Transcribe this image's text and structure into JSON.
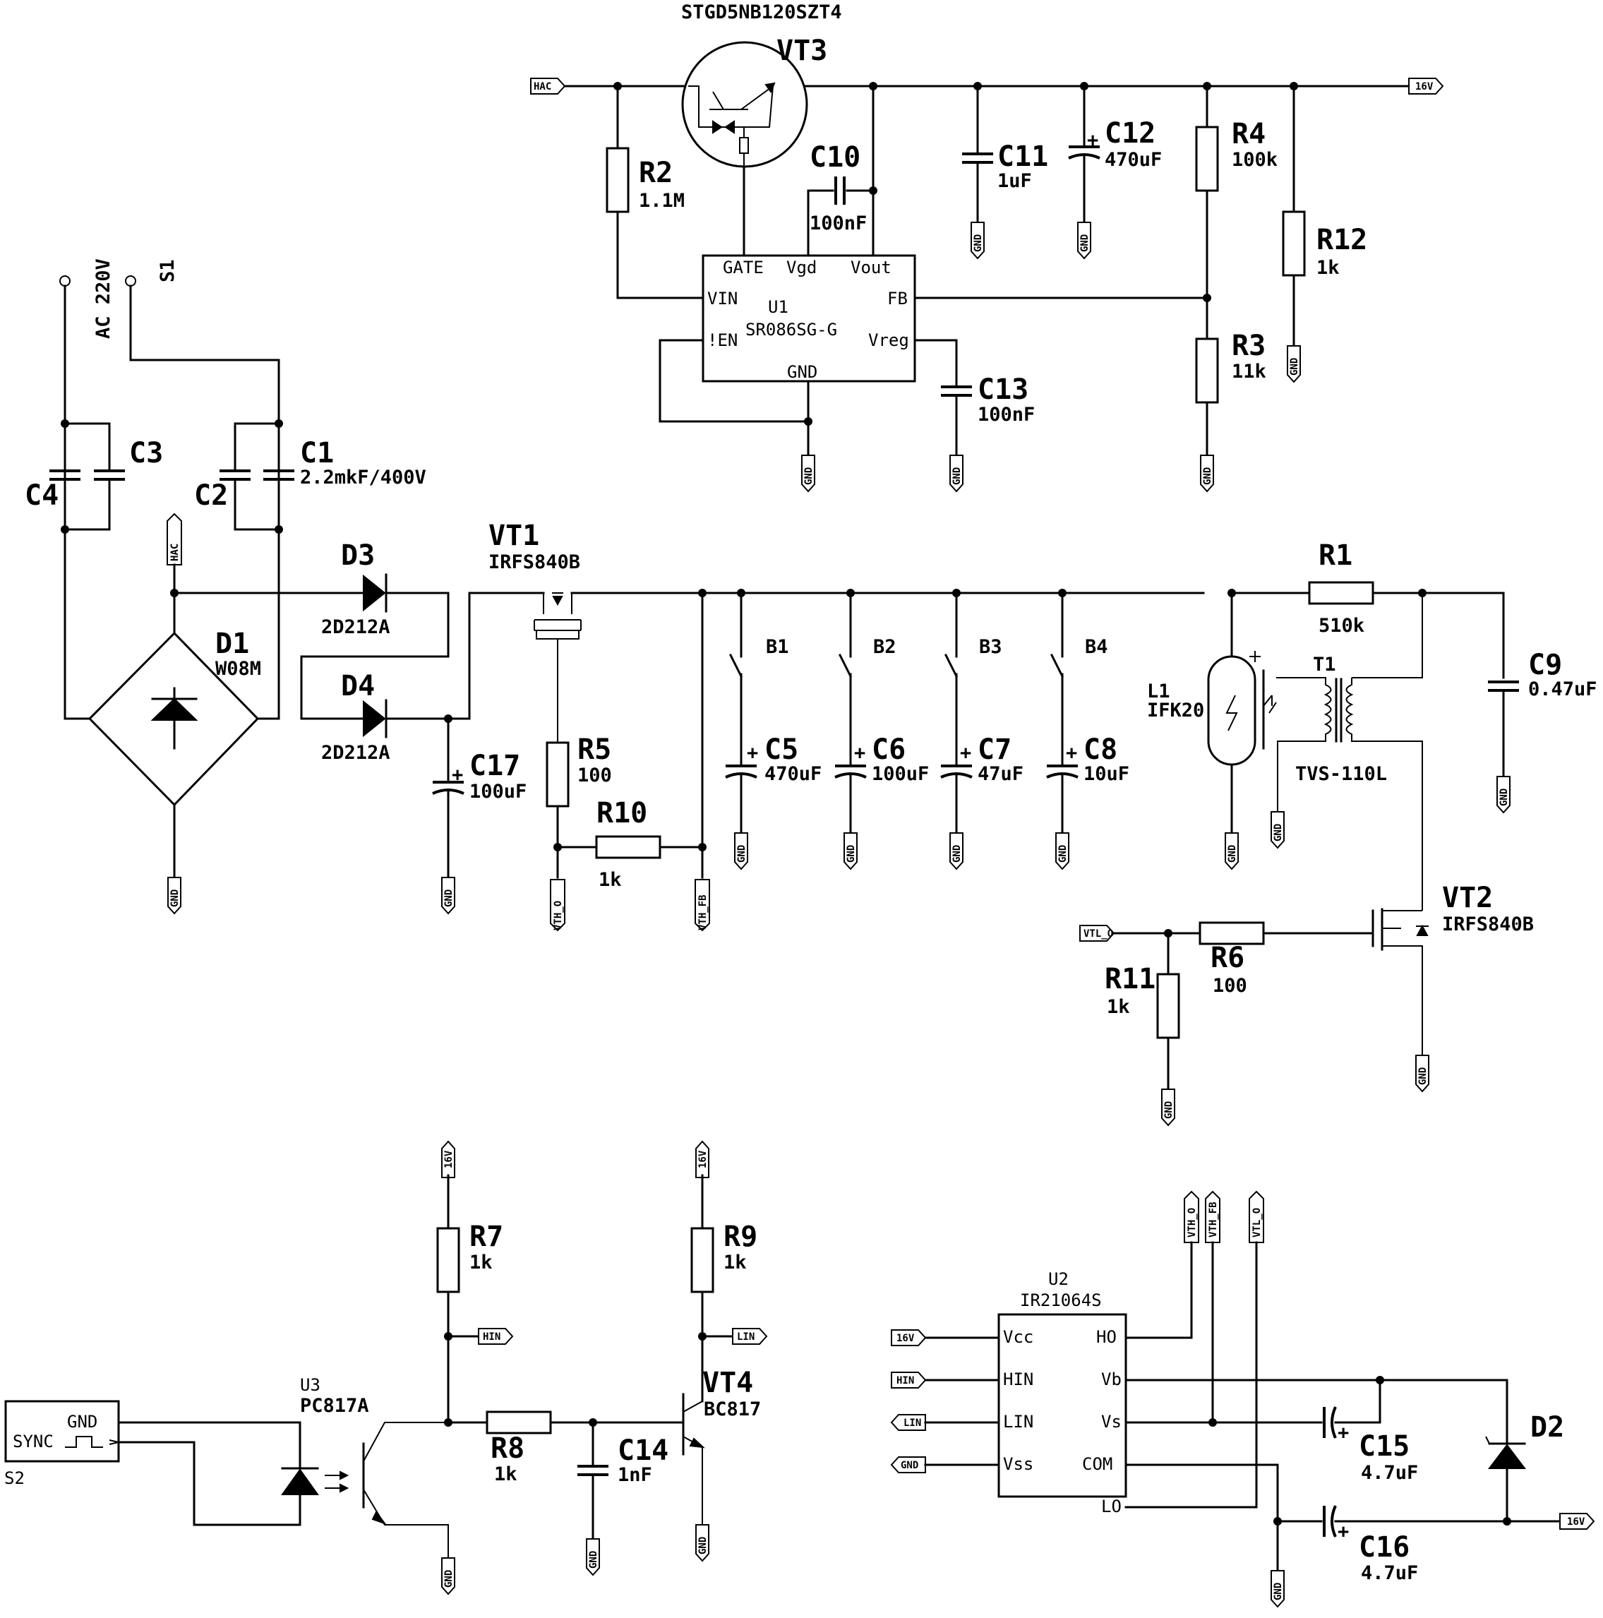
{
  "title": "STGD5NB120SZT4",
  "sources": {
    "ac": "AC 220V",
    "s1": "S1",
    "s2": "S2",
    "sync": "SYNC",
    "gnd_pin": "GND"
  },
  "components": {
    "VT3": {
      "ref": "VT3"
    },
    "R2": {
      "ref": "R2",
      "value": "1.1M"
    },
    "C10": {
      "ref": "C10",
      "value": "100nF"
    },
    "C11": {
      "ref": "C11",
      "value": "1uF"
    },
    "C12": {
      "ref": "C12",
      "value": "470uF"
    },
    "R4": {
      "ref": "R4",
      "value": "100k"
    },
    "R12": {
      "ref": "R12",
      "value": "1k"
    },
    "R3": {
      "ref": "R3",
      "value": "11k"
    },
    "C13": {
      "ref": "C13",
      "value": "100nF"
    },
    "U1": {
      "ref": "U1",
      "part": "SR086SG-G",
      "pins": {
        "gate": "GATE",
        "vgd": "Vgd",
        "vout": "Vout",
        "vin": "VIN",
        "fb": "FB",
        "en": "!EN",
        "vreg": "Vreg",
        "gnd": "GND"
      }
    },
    "C1": {
      "ref": "C1",
      "value": "2.2mkF/400V"
    },
    "C2": {
      "ref": "C2"
    },
    "C3": {
      "ref": "C3"
    },
    "C4": {
      "ref": "C4"
    },
    "D1": {
      "ref": "D1",
      "value": "W08M"
    },
    "D3": {
      "ref": "D3",
      "value": "2D212A"
    },
    "D4": {
      "ref": "D4",
      "value": "2D212A"
    },
    "C17": {
      "ref": "C17",
      "value": "100uF"
    },
    "VT1": {
      "ref": "VT1",
      "value": "IRFS840B"
    },
    "R5": {
      "ref": "R5",
      "value": "100"
    },
    "R10": {
      "ref": "R10",
      "value": "1k"
    },
    "B1": {
      "ref": "B1"
    },
    "B2": {
      "ref": "B2"
    },
    "B3": {
      "ref": "B3"
    },
    "B4": {
      "ref": "B4"
    },
    "C5": {
      "ref": "C5",
      "value": "470uF"
    },
    "C6": {
      "ref": "C6",
      "value": "100uF"
    },
    "C7": {
      "ref": "C7",
      "value": "47uF"
    },
    "C8": {
      "ref": "C8",
      "value": "10uF"
    },
    "R1": {
      "ref": "R1",
      "value": "510k"
    },
    "L1": {
      "ref": "L1",
      "value": "IFK20"
    },
    "T1": {
      "ref": "T1",
      "value": "TVS-110L"
    },
    "C9": {
      "ref": "C9",
      "value": "0.47uF"
    },
    "VT2": {
      "ref": "VT2",
      "value": "IRFS840B"
    },
    "R6": {
      "ref": "R6",
      "value": "100"
    },
    "R11": {
      "ref": "R11",
      "value": "1k"
    },
    "R7": {
      "ref": "R7",
      "value": "1k"
    },
    "R8": {
      "ref": "R8",
      "value": "1k"
    },
    "R9": {
      "ref": "R9",
      "value": "1k"
    },
    "C14": {
      "ref": "C14",
      "value": "1nF"
    },
    "VT4": {
      "ref": "VT4",
      "value": "BC817"
    },
    "U3": {
      "ref": "U3",
      "value": "PC817A"
    },
    "U2": {
      "ref": "U2",
      "part": "IR21064S",
      "pins": {
        "vcc": "Vcc",
        "hin": "HIN",
        "lin": "LIN",
        "vss": "Vss",
        "ho": "HO",
        "vb": "Vb",
        "vs": "Vs",
        "com": "COM",
        "lo": "LO"
      }
    },
    "C15": {
      "ref": "C15",
      "value": "4.7uF"
    },
    "C16": {
      "ref": "C16",
      "value": "4.7uF"
    },
    "D2": {
      "ref": "D2"
    }
  },
  "nets": {
    "gnd": "GND",
    "hac": "HAC",
    "v16": "16V",
    "hin": "HIN",
    "lin": "LIN",
    "vth_o": "VTH_O",
    "vth_fb": "VTH_FB",
    "vtl_o": "VTL_O"
  },
  "polarity": "+"
}
